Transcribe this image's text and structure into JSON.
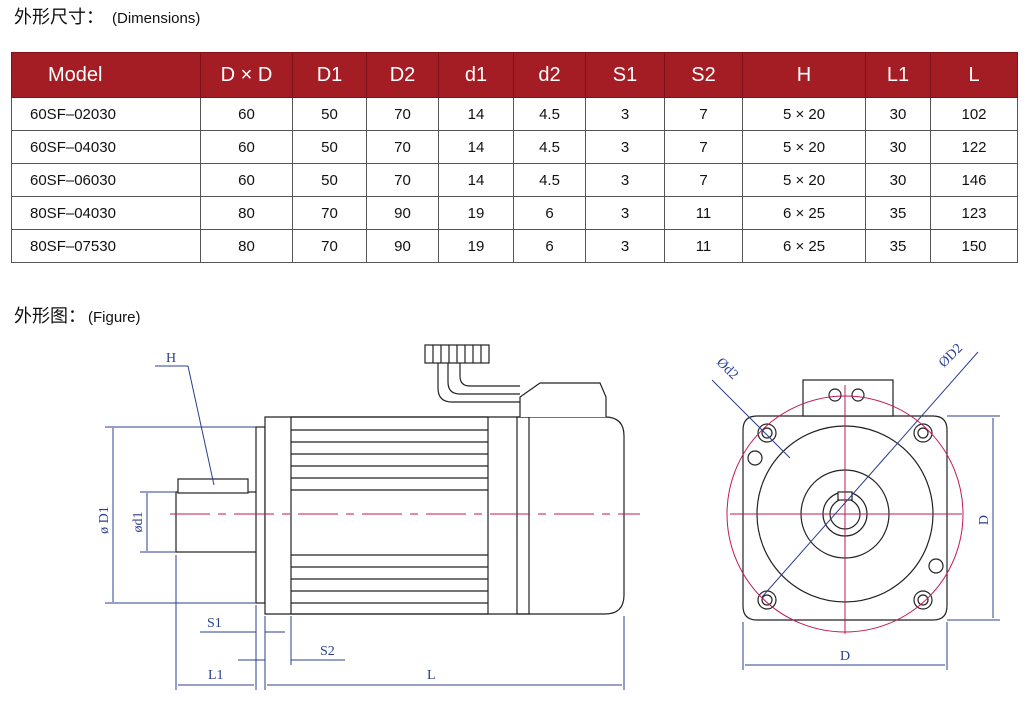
{
  "sections": {
    "dimensions_cn": "外形尺寸：",
    "dimensions_en": "(Dimensions)",
    "figure_cn": "外形图：",
    "figure_en": "(Figure)"
  },
  "table": {
    "headers": [
      "Model",
      "D × D",
      "D1",
      "D2",
      "d1",
      "d2",
      "S1",
      "S2",
      "H",
      "L1",
      "L"
    ],
    "rows": [
      [
        "60SF–02030",
        "60",
        "50",
        "70",
        "14",
        "4.5",
        "3",
        "7",
        "5 × 20",
        "30",
        "102"
      ],
      [
        "60SF–04030",
        "60",
        "50",
        "70",
        "14",
        "4.5",
        "3",
        "7",
        "5 × 20",
        "30",
        "122"
      ],
      [
        "60SF–06030",
        "60",
        "50",
        "70",
        "14",
        "4.5",
        "3",
        "7",
        "5 × 20",
        "30",
        "146"
      ],
      [
        "80SF–04030",
        "80",
        "70",
        "90",
        "19",
        "6",
        "3",
        "11",
        "6 × 25",
        "35",
        "123"
      ],
      [
        "80SF–07530",
        "80",
        "70",
        "90",
        "19",
        "6",
        "3",
        "11",
        "6 × 25",
        "35",
        "150"
      ]
    ]
  },
  "labels": {
    "H": "H",
    "D1": "ø D1",
    "d1": "ød1",
    "S1": "S1",
    "S2": "S2",
    "L1": "L1",
    "L": "L",
    "d2": "Ød2",
    "D2": "ØD2",
    "D_side": "D",
    "D_bottom": "D"
  },
  "colors": {
    "header_bg": "#a51d24",
    "dimension_line": "#2b3f8f",
    "center_line": "#c2185b"
  }
}
